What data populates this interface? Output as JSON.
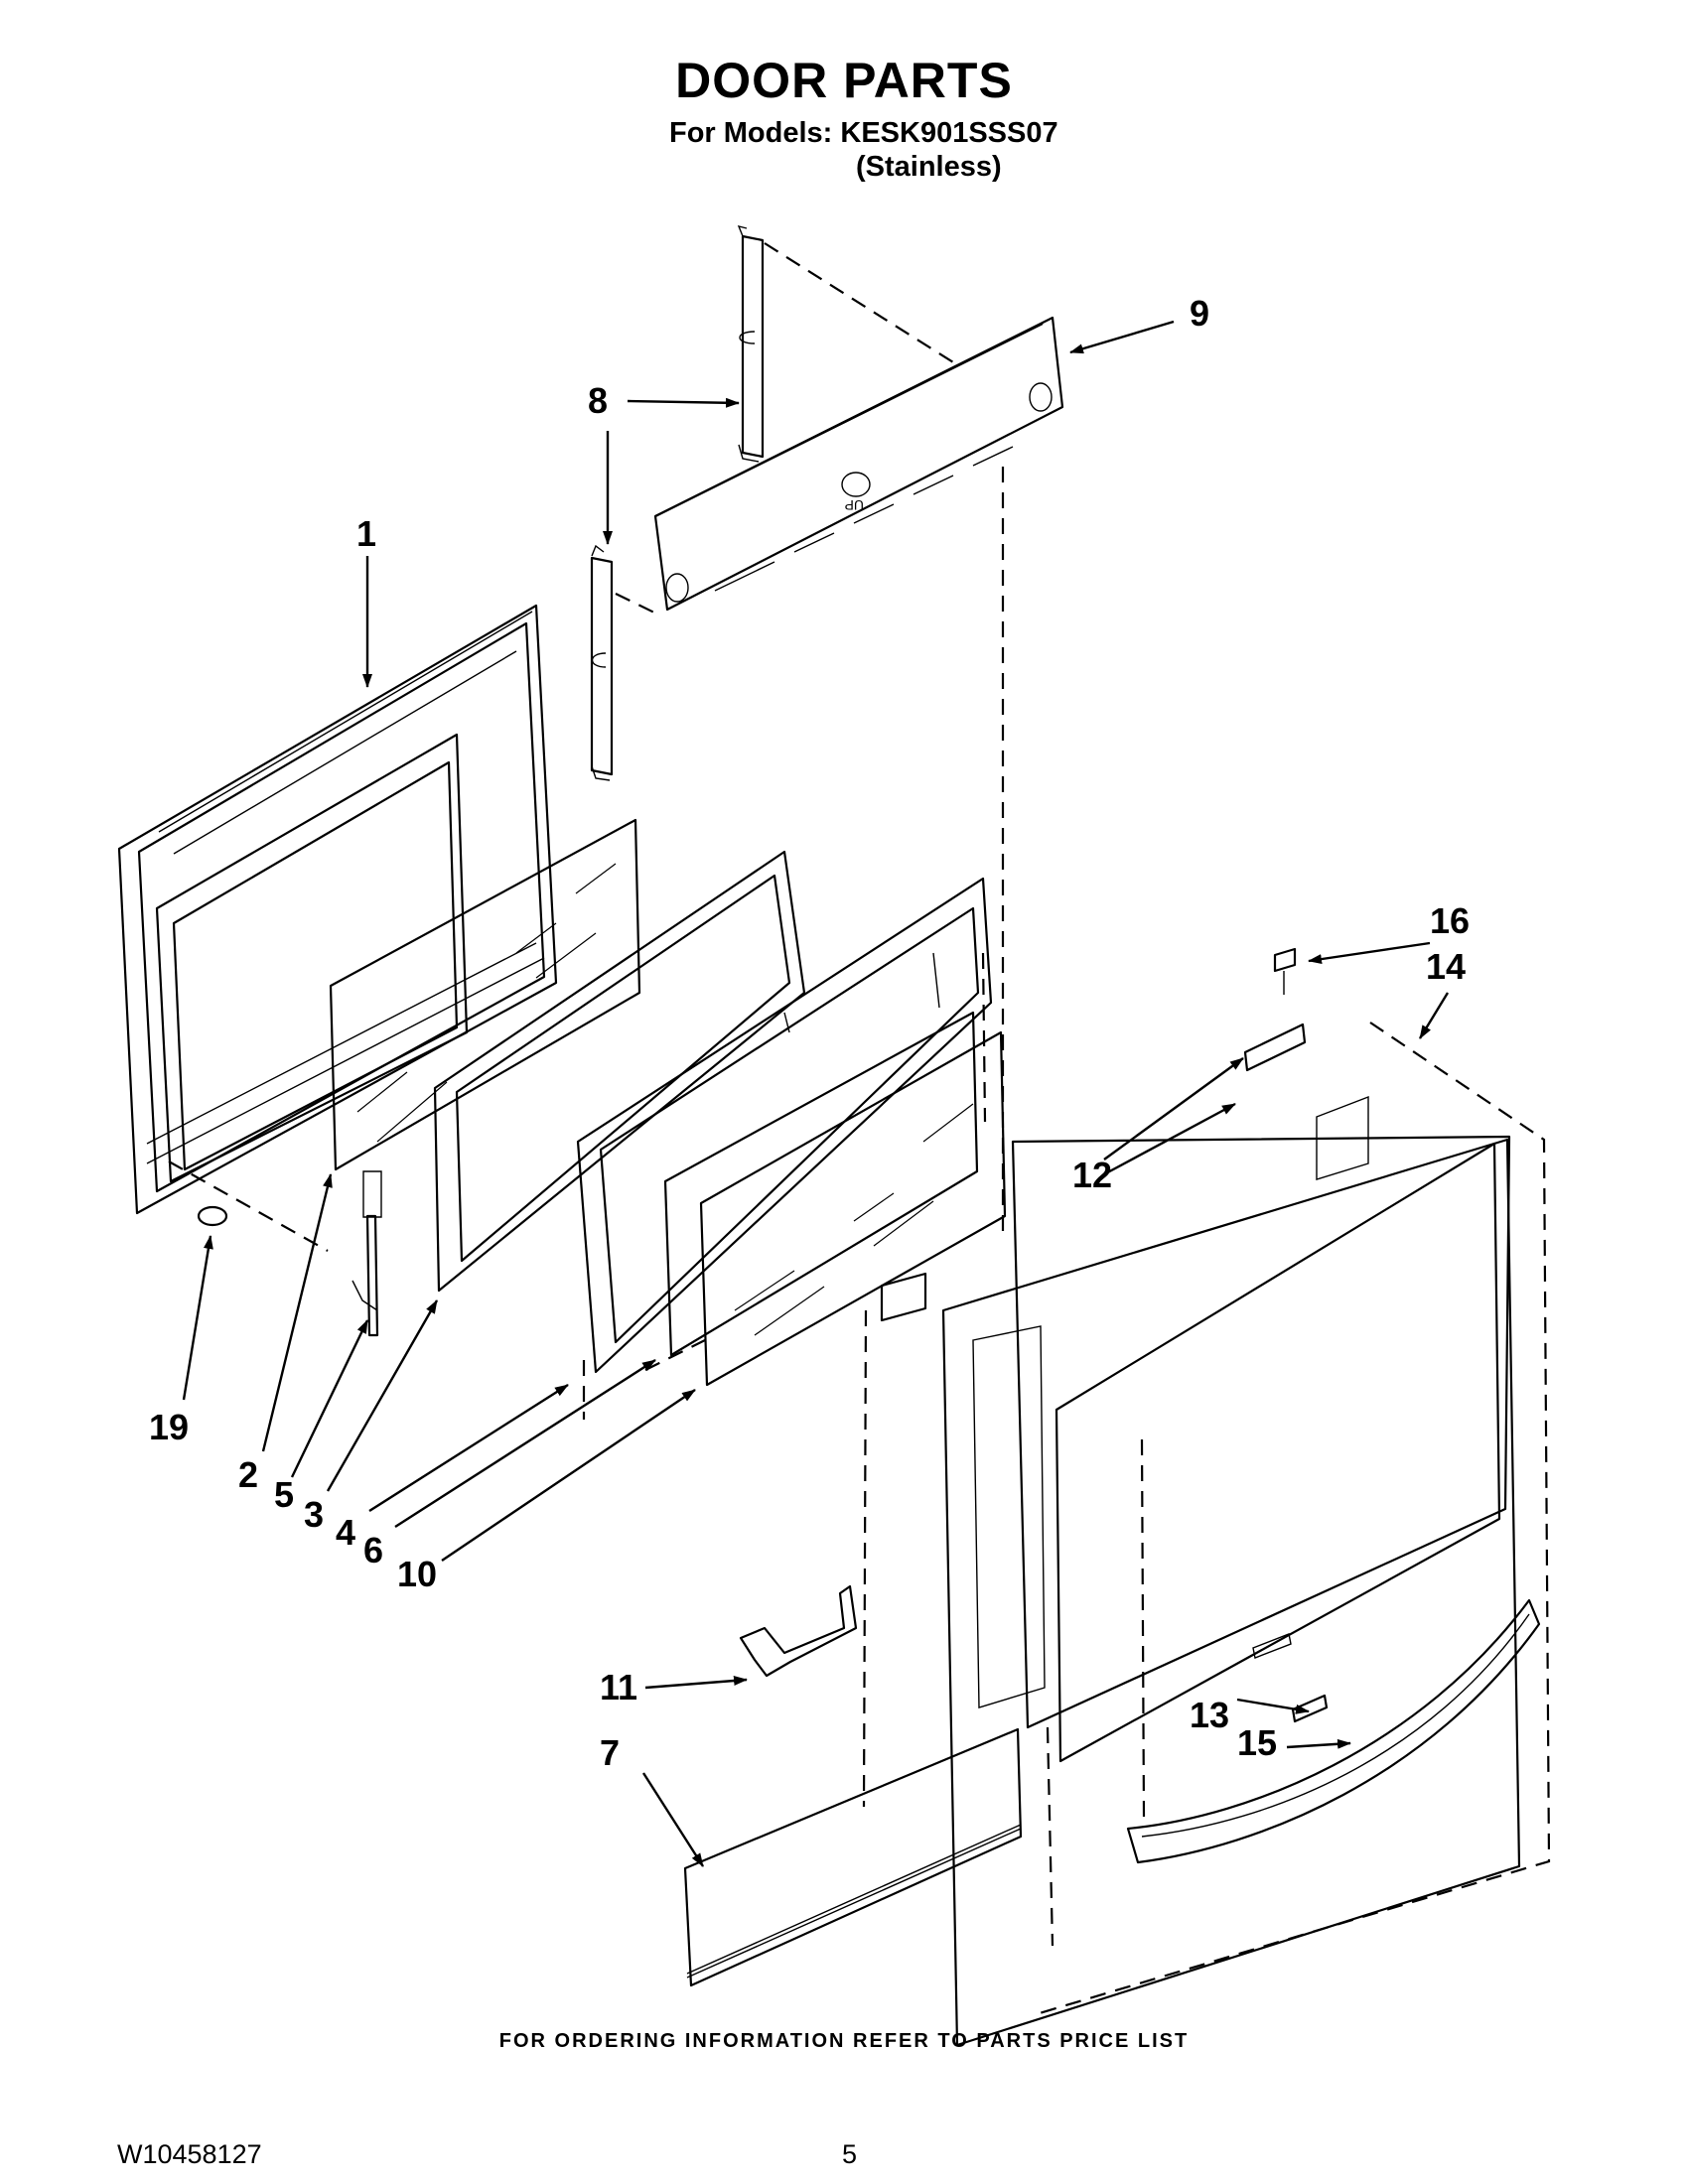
{
  "header": {
    "title": "DOOR PARTS",
    "models_line": "For Models: KESK901SSS07",
    "finish_line": "(Stainless)"
  },
  "callouts": [
    "1",
    "2",
    "3",
    "4",
    "5",
    "6",
    "7",
    "8",
    "9",
    "10",
    "11",
    "12",
    "13",
    "14",
    "15",
    "16",
    "19"
  ],
  "footer": {
    "ordering_note": "FOR ORDERING INFORMATION REFER TO PARTS PRICE LIST",
    "document_number": "W10458127",
    "page_number": "5"
  }
}
